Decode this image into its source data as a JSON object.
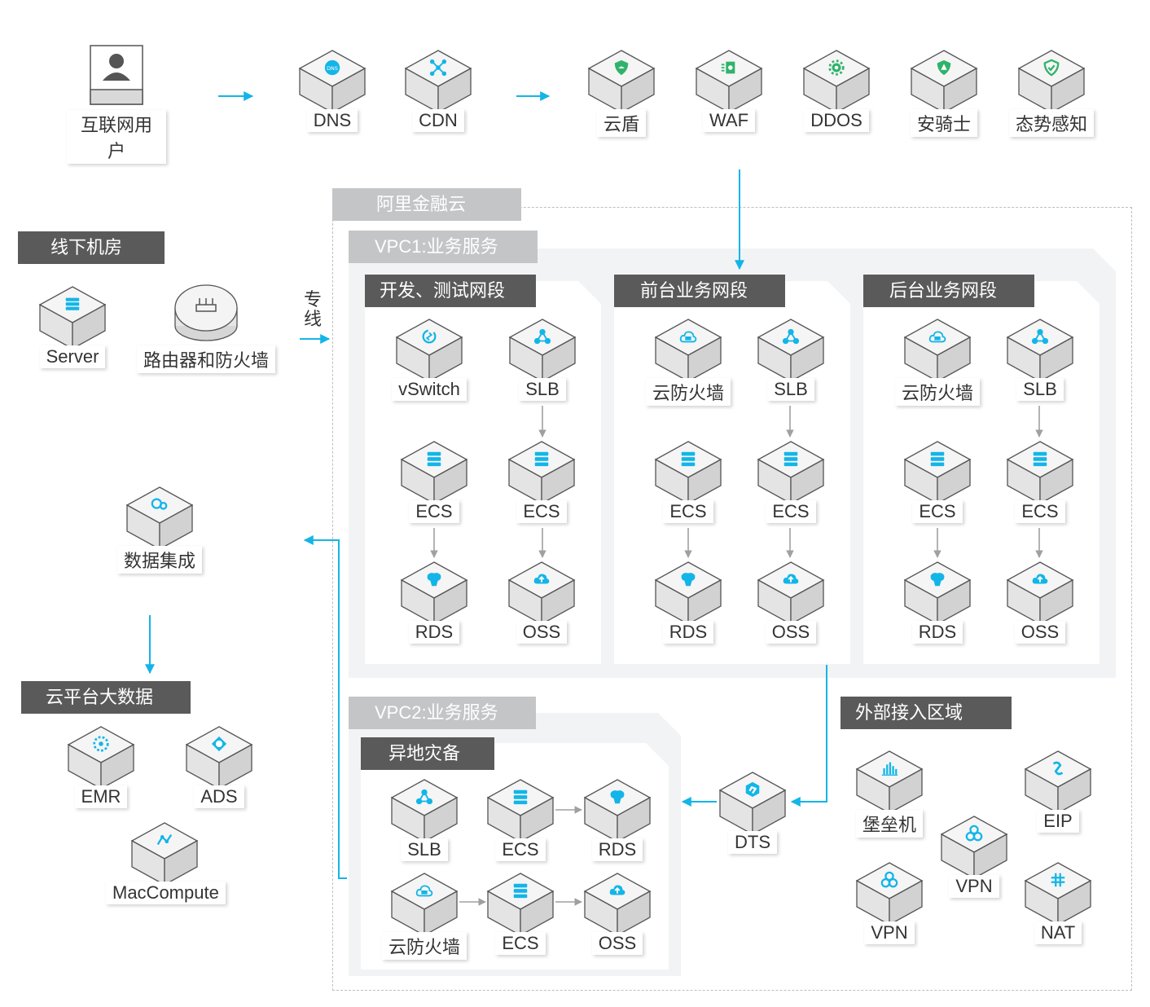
{
  "colors": {
    "accent": "#13b5e8",
    "cube_top": "#f4f4f4",
    "cube_left": "#e2e2e2",
    "cube_right": "#d1d1d1",
    "tag_dark": "#5a5a5a",
    "tag_grey": "#c4c5c7"
  },
  "top": {
    "user": {
      "label": "互联网用户",
      "icon": "user-icon"
    },
    "dns_group": [
      {
        "label": "DNS",
        "icon": "dns-icon"
      },
      {
        "label": "CDN",
        "icon": "cdn-icon"
      }
    ],
    "security_group": [
      {
        "label": "云盾",
        "icon": "shield-icon"
      },
      {
        "label": "WAF",
        "icon": "waf-icon"
      },
      {
        "label": "DDOS",
        "icon": "ddos-icon"
      },
      {
        "label": "安骑士",
        "icon": "guard-icon"
      },
      {
        "label": "态势感知",
        "icon": "awareness-icon"
      }
    ]
  },
  "offline": {
    "title": "线下机房",
    "items": [
      {
        "label": "Server",
        "icon": "server-icon"
      },
      {
        "label": "路由器和防火墙",
        "icon": "router-icon"
      }
    ],
    "link_label": "专线"
  },
  "data_integration": {
    "label": "数据集成",
    "icon": "integration-icon"
  },
  "bigdata": {
    "title": "云平台大数据",
    "items": [
      {
        "label": "EMR",
        "icon": "emr-icon"
      },
      {
        "label": "ADS",
        "icon": "ads-icon"
      },
      {
        "label": "MacCompute",
        "icon": "maxcompute-icon"
      }
    ]
  },
  "cloud": {
    "title": "阿里金融云"
  },
  "vpc1": {
    "title": "VPC1:业务服务",
    "segments": [
      {
        "title": "开发、测试网段",
        "items": [
          {
            "label": "vSwitch",
            "icon": "vswitch-icon"
          },
          {
            "label": "SLB",
            "icon": "slb-icon"
          },
          {
            "label": "ECS",
            "icon": "ecs-icon"
          },
          {
            "label": "ECS",
            "icon": "ecs-icon"
          },
          {
            "label": "RDS",
            "icon": "rds-icon"
          },
          {
            "label": "OSS",
            "icon": "oss-icon"
          }
        ]
      },
      {
        "title": "前台业务网段",
        "items": [
          {
            "label": "云防火墙",
            "icon": "firewall-icon"
          },
          {
            "label": "SLB",
            "icon": "slb-icon"
          },
          {
            "label": "ECS",
            "icon": "ecs-icon"
          },
          {
            "label": "ECS",
            "icon": "ecs-icon"
          },
          {
            "label": "RDS",
            "icon": "rds-icon"
          },
          {
            "label": "OSS",
            "icon": "oss-icon"
          }
        ]
      },
      {
        "title": "后台业务网段",
        "items": [
          {
            "label": "云防火墙",
            "icon": "firewall-icon"
          },
          {
            "label": "SLB",
            "icon": "slb-icon"
          },
          {
            "label": "ECS",
            "icon": "ecs-icon"
          },
          {
            "label": "ECS",
            "icon": "ecs-icon"
          },
          {
            "label": "RDS",
            "icon": "rds-icon"
          },
          {
            "label": "OSS",
            "icon": "oss-icon"
          }
        ]
      }
    ]
  },
  "vpc2": {
    "title": "VPC2:业务服务",
    "segment": {
      "title": "异地灾备",
      "items": [
        {
          "label": "SLB",
          "icon": "slb-icon"
        },
        {
          "label": "ECS",
          "icon": "ecs-icon"
        },
        {
          "label": "RDS",
          "icon": "rds-icon"
        },
        {
          "label": "云防火墙",
          "icon": "firewall-icon"
        },
        {
          "label": "ECS",
          "icon": "ecs-icon"
        },
        {
          "label": "OSS",
          "icon": "oss-icon"
        }
      ]
    }
  },
  "dts": {
    "label": "DTS",
    "icon": "dts-icon"
  },
  "external": {
    "title": "外部接入区域",
    "items": [
      {
        "label": "堡垒机",
        "icon": "bastion-icon"
      },
      {
        "label": "EIP",
        "icon": "eip-icon"
      },
      {
        "label": "VPN",
        "icon": "vpn-icon"
      },
      {
        "label": "VPN",
        "icon": "vpn-icon"
      },
      {
        "label": "NAT",
        "icon": "nat-icon"
      }
    ]
  }
}
